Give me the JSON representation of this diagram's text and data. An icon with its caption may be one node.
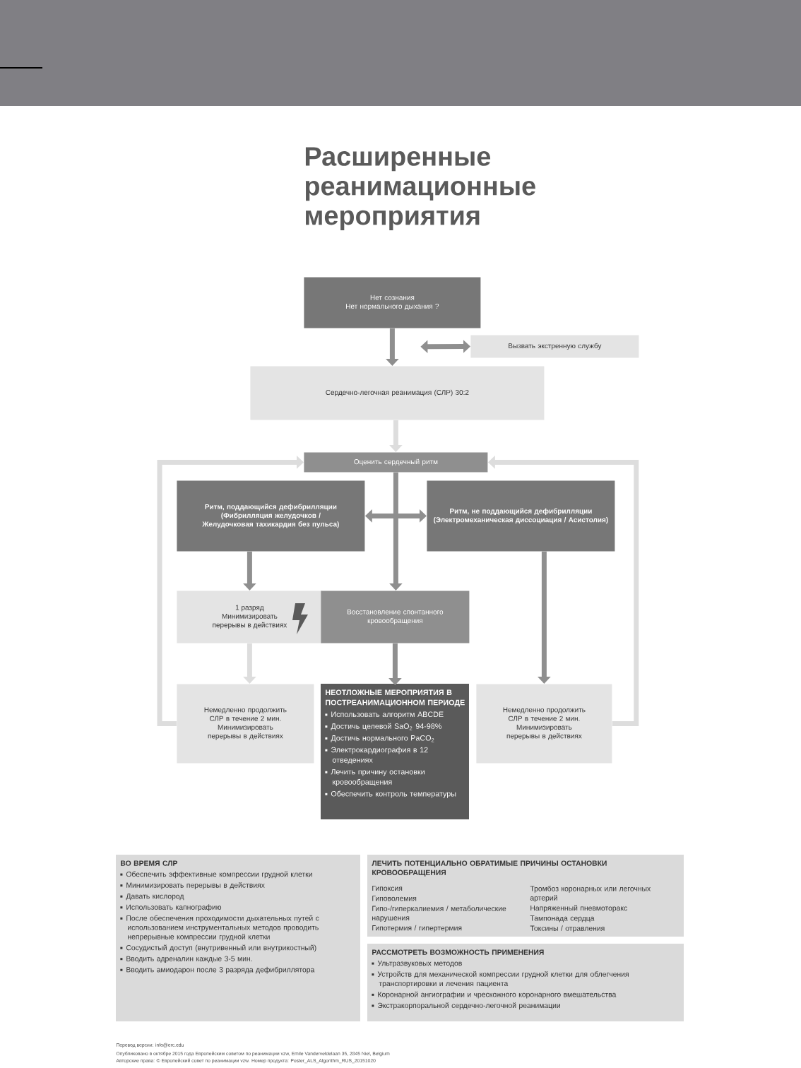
{
  "diagram": {
    "title": "Расширенные реанимационные мероприятия",
    "nodes": [
      {
        "text": [
          "Нет сознания",
          "Нет нормального дыхания ?"
        ]
      },
      {
        "text": [
          "Вызвать экстренную службу"
        ]
      },
      {
        "text": [
          "Сердечно-легочная реанимация (СЛР) 30:2"
        ]
      },
      {
        "text": [
          "Оценить сердечный ритм"
        ]
      },
      {
        "text": [
          "Ритм, поддающийся дефибрилляции (Фибрилляция желудочков / Желудочковая тахикардия без пульса)"
        ]
      },
      {
        "text": [
          "Ритм, не поддающийся дефибрилляции (Электромеханическая диссоциация / Асистолия)"
        ]
      },
      {
        "text": [
          "1 разряд",
          "Минимизировать перерывы в действиях"
        ]
      },
      {
        "text": [
          "Восстановление спонтанного кровообращения"
        ]
      },
      {
        "text": [
          "Немедленно продолжить СЛР в течение 2 мин.",
          "Минимизировать перерывы в действиях"
        ]
      },
      {
        "text": [
          "НЕОТЛОЖНЫЕ МЕРОПРИЯТИЯ В ПОСТРЕАНИМАЦИОННОМ ПЕРИОДЕ",
          "Использовать алгоритм ABCDE",
          "Достичь целевой SaO$_{2}$ 94-98%",
          "Достичь нормального PaCO$_{2}$",
          "Электрокардиография в 12 отведениях",
          "Лечить причину остановки кровообращения",
          "Обеспечить контроль температуры"
        ]
      },
      {
        "text": [
          "Немедленно продолжить СЛР в течение 2 мин.",
          "Минимизировать перерывы в действиях"
        ]
      },
      {
        "text": [
          "ВО ВРЕМЯ СЛР",
          "Обеспечить эффективные компрессии грудной клетки",
          "Минимизировать перерывы в действиях",
          "Давать кислород",
          "Использовать капнографию",
          "После обеспечения проходимости дыхательных путей с использованием инструментальных методов проводить непрерывные компрессии грудной клетки",
          "Сосудистый доступ (внутривенный или внутрикостный)",
          "Вводить адреналин каждые 3-5 мин.",
          "Вводить амиодарон после 3 разряда дефибриллятора"
        ]
      },
      {
        "text": [
          "ЛЕЧИТЬ ПОТЕНЦИАЛЬНО ОБРАТИМЫЕ ПРИЧИНЫ ОСТАНОВКИ КРОВООБРАЩЕНИЯ",
          "Гипоксия",
          "Гиповолемия",
          "Гипо-/гиперкалиемия / метаболические нарушения",
          "Гипотермия / гипертермия",
          "Тромбоз коронарных или легочных артерий",
          "Напряженный пневмоторакс",
          "Тампонада сердца",
          "Токсины / отравления"
        ]
      },
      {
        "text": [
          "РАССМОТРЕТЬ ВОЗМОЖНОСТЬ ПРИМЕНЕНИЯ",
          "Ультразвуковых методов",
          "Устройств для механической компрессии грудной клетки для облегчения транспортировки и лечения пациента",
          "Коронарной ангиографии и чрескожного коронарного вмешательства",
          "Экстракорпоральной сердечно-легочной реанимации"
        ]
      }
    ],
    "edges": [
      {
        "from": 0,
        "to": 2,
        "arrow": "to"
      },
      {
        "from": 0,
        "to": 1,
        "arrow": "both"
      },
      {
        "from": 2,
        "to": 3,
        "arrow": "to",
        "color": "#dddddd"
      },
      {
        "from": 3,
        "to": 7,
        "arrow": "to"
      },
      {
        "from": 4,
        "to": 5,
        "arrow": "both"
      },
      {
        "from": 4,
        "to": 6,
        "arrow": "to"
      },
      {
        "from": 6,
        "to": 8,
        "arrow": "to",
        "color": "#dddddd"
      },
      {
        "from": 7,
        "to": 9,
        "arrow": "to"
      },
      {
        "from": 5,
        "to": 10,
        "arrow": "to"
      },
      {
        "from": 8,
        "to": 3,
        "arrow": "to",
        "color": "#dddddd"
      },
      {
        "from": 10,
        "to": 3,
        "arrow": "to",
        "color": "#dddddd"
      }
    ],
    "labels": [
      "Перевод версии: info@erc.edu",
      "Опубликовано в октябре 2015 года Европейским советом по реанимации vzw, Emile Vanderveldelaan 35, 2845 Niel, Belgium",
      "Авторские права: © Европейский совет по реанимации vzw. Номер продукта: Poster_ALS_Algorithm_RUS_20151020"
    ]
  }
}
